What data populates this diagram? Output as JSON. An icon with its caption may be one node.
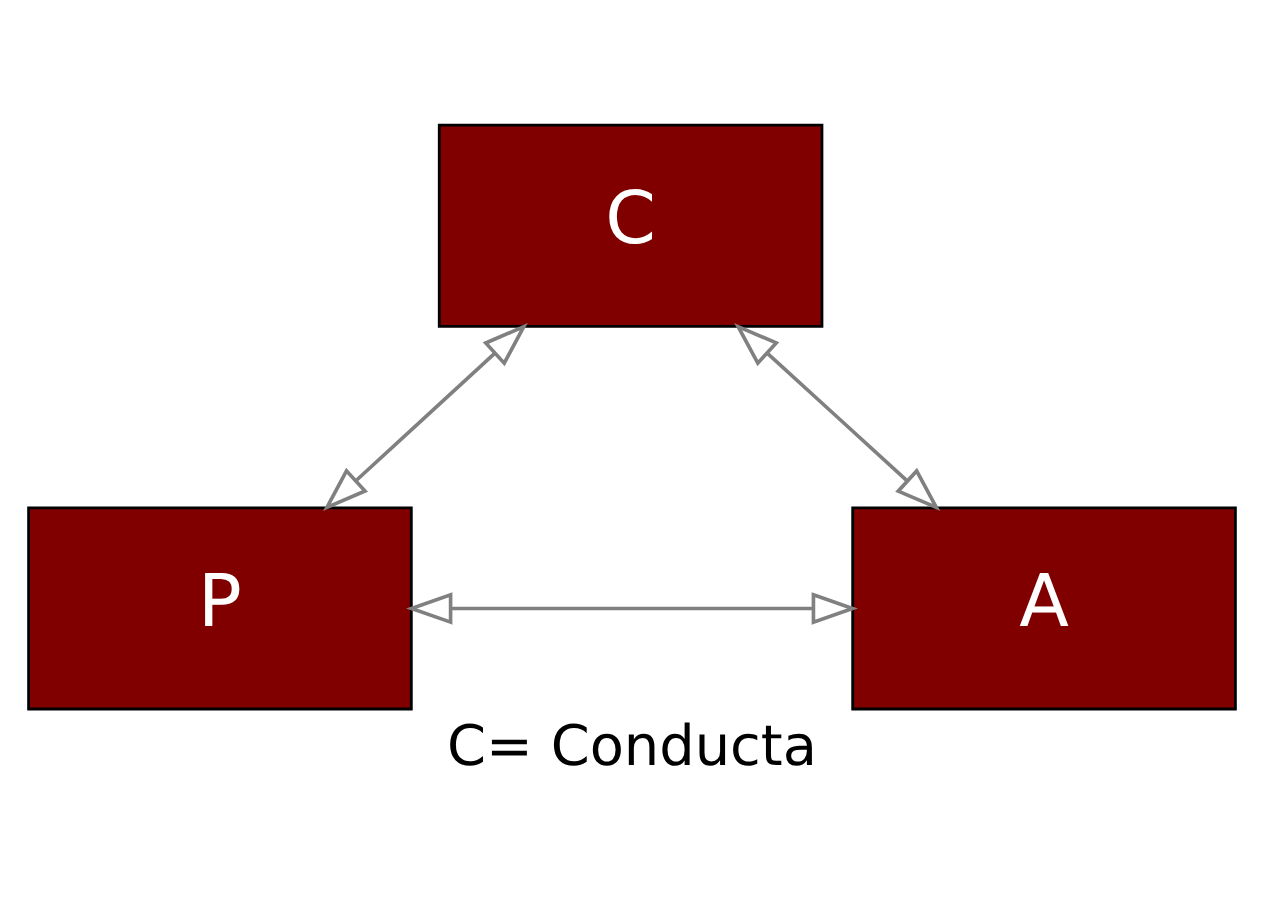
{
  "diagram": {
    "caption": "C= Conducta",
    "nodes": [
      {
        "text": [
          "C"
        ]
      },
      {
        "text": [
          "P"
        ]
      },
      {
        "text": [
          "A"
        ]
      }
    ],
    "edges": [
      {
        "from": 1,
        "to": 0,
        "arrow": "both"
      },
      {
        "from": 0,
        "to": 2,
        "arrow": "both"
      },
      {
        "from": 1,
        "to": 2,
        "arrow": "both"
      }
    ]
  }
}
